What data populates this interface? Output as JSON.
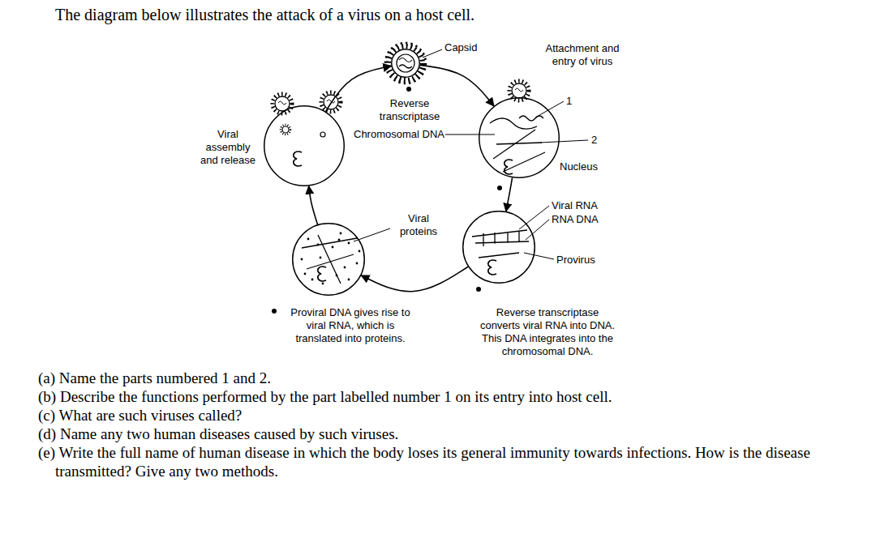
{
  "diagram": {
    "title": "The diagram below illustrates the attack of a virus on a host cell.",
    "nodes": [
      {
        "text": [
          "Capsid"
        ]
      },
      {
        "text": [
          "Attachment and entry of virus"
        ]
      },
      {
        "text": [
          "Reverse transcriptase converts viral RNA into DNA. This DNA integrates into the chromosomal DNA."
        ]
      },
      {
        "text": [
          "Proviral DNA gives rise to viral RNA, which is translated into proteins."
        ]
      },
      {
        "text": [
          "Viral assembly and release"
        ]
      }
    ],
    "edges": [
      {
        "from": 0,
        "to": 1,
        "arrow": "to"
      },
      {
        "from": 1,
        "to": 2,
        "arrow": "to"
      },
      {
        "from": 2,
        "to": 3,
        "arrow": "to"
      },
      {
        "from": 3,
        "to": 4,
        "arrow": "to"
      },
      {
        "from": 4,
        "to": 0,
        "arrow": "to"
      }
    ],
    "labels": [
      "Reverse transcriptase",
      "Chromosomal DNA",
      "1",
      "2",
      "Nucleus",
      "Viral RNA",
      "RNA DNA",
      "Provirus",
      "Viral proteins",
      "(a) Name the parts numbered 1 and 2.",
      "(b) Describe the functions performed by the part labelled number 1 on its entry into host cell.",
      "(c) What are such viruses called?",
      "(d) Name any two human diseases caused by such viruses.",
      "(e) Write the full name of human disease in which the body loses its general immunity towards infections. How is the disease transmitted? Give any two methods."
    ]
  }
}
